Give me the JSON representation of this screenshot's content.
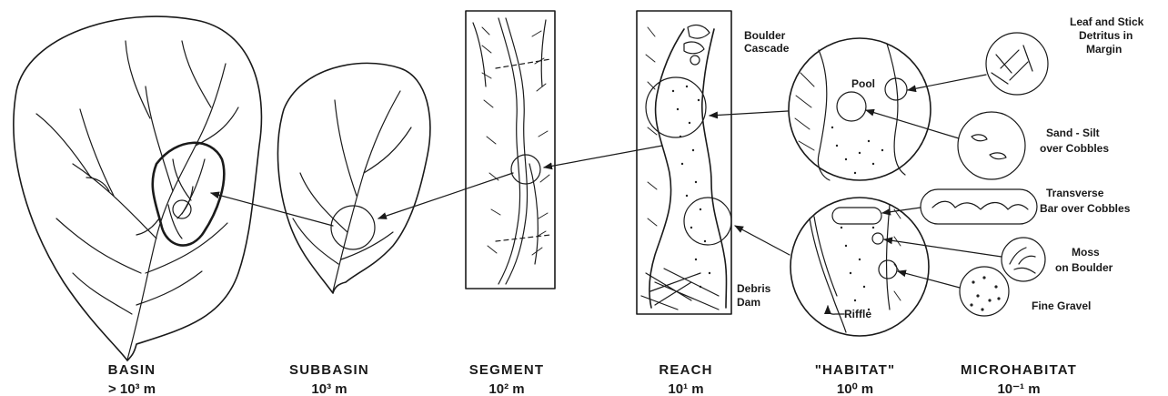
{
  "scales": [
    {
      "name": "BASIN",
      "size": "> 10³ m"
    },
    {
      "name": "SUBBASIN",
      "size": "10³ m"
    },
    {
      "name": "SEGMENT",
      "size": "10² m"
    },
    {
      "name": "REACH",
      "size": "10¹ m"
    },
    {
      "name": "\"HABITAT\"",
      "size": "10⁰ m"
    },
    {
      "name": "MICROHABITAT",
      "size": "10⁻¹ m"
    }
  ],
  "reach_labels": {
    "boulder_cascade": [
      "Boulder",
      "Cascade"
    ],
    "debris_dam": [
      "Debris",
      "Dam"
    ]
  },
  "habitat_labels": {
    "pool": "Pool",
    "riffle": "Riffle"
  },
  "microhabitat_labels": {
    "leaf_stick": [
      "Leaf and Stick",
      "Detritus in",
      "Margin"
    ],
    "sand_silt": [
      "Sand - Silt",
      "over Cobbles"
    ],
    "transverse_bar": [
      "Transverse",
      "Bar over Cobbles"
    ],
    "moss": [
      "Moss",
      "on Boulder"
    ],
    "fine_gravel": "Fine Gravel"
  }
}
